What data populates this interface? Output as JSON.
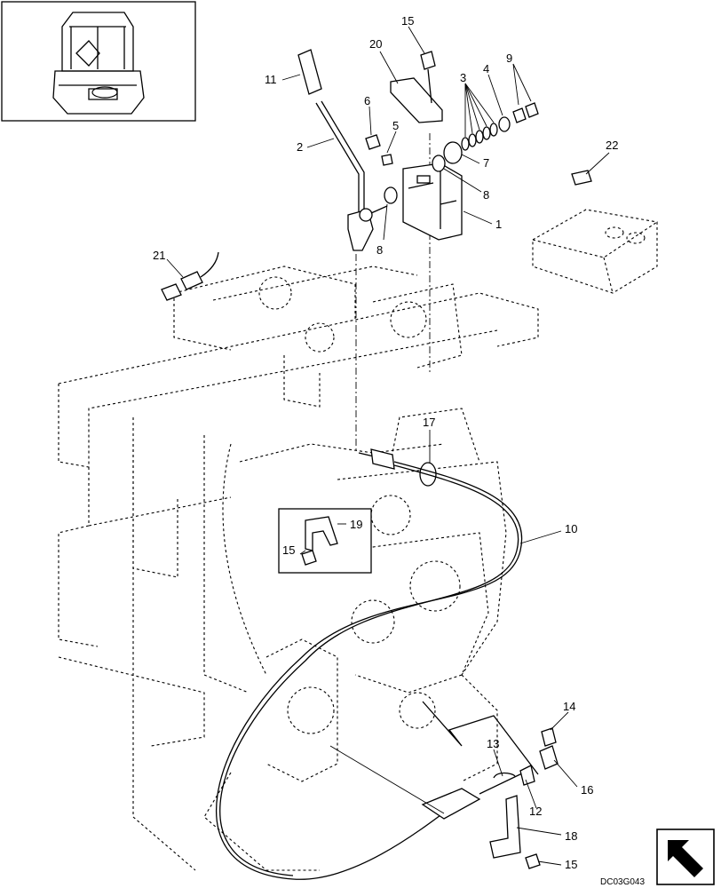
{
  "drawing_code": "DC03G043",
  "callouts": [
    {
      "id": "c1",
      "text": "1"
    },
    {
      "id": "c2",
      "text": "2"
    },
    {
      "id": "c3",
      "text": "3"
    },
    {
      "id": "c4",
      "text": "4"
    },
    {
      "id": "c5",
      "text": "5"
    },
    {
      "id": "c6",
      "text": "6"
    },
    {
      "id": "c7",
      "text": "7"
    },
    {
      "id": "c8a",
      "text": "8"
    },
    {
      "id": "c8b",
      "text": "8"
    },
    {
      "id": "c9",
      "text": "9"
    },
    {
      "id": "c10",
      "text": "10"
    },
    {
      "id": "c11",
      "text": "11"
    },
    {
      "id": "c12",
      "text": "12"
    },
    {
      "id": "c13",
      "text": "13"
    },
    {
      "id": "c14",
      "text": "14"
    },
    {
      "id": "c15a",
      "text": "15"
    },
    {
      "id": "c15b",
      "text": "15"
    },
    {
      "id": "c15c",
      "text": "15"
    },
    {
      "id": "c16",
      "text": "16"
    },
    {
      "id": "c17",
      "text": "17"
    },
    {
      "id": "c18",
      "text": "18"
    },
    {
      "id": "c19",
      "text": "19"
    },
    {
      "id": "c20",
      "text": "20"
    },
    {
      "id": "c21",
      "text": "21"
    },
    {
      "id": "c22",
      "text": "22"
    }
  ],
  "icons": {
    "inset": "machine-overview-thumbnail",
    "nav": "next-page-arrow-icon"
  }
}
